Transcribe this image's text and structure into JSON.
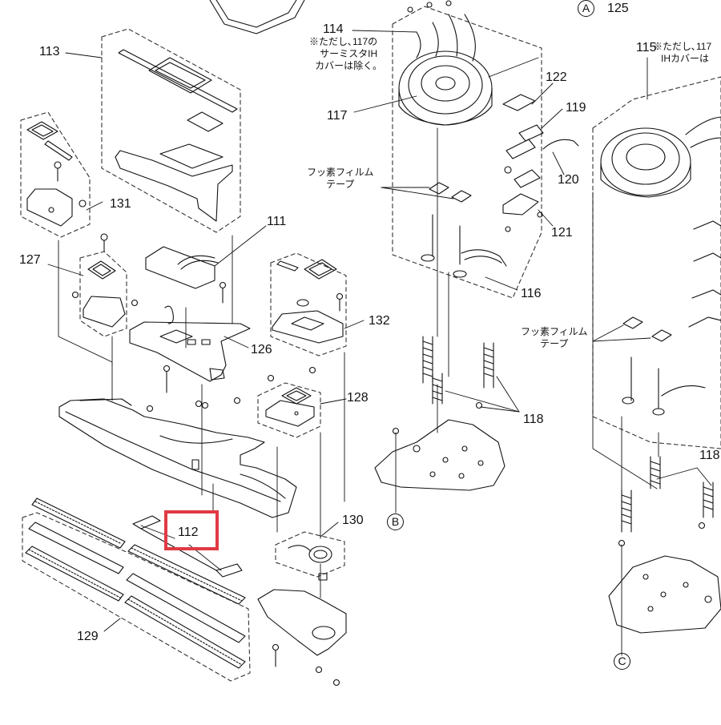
{
  "colors": {
    "line": "#111111",
    "dash": "#333333",
    "highlight": "#e03a44",
    "background": "#ffffff"
  },
  "labels": {
    "p111": "111",
    "p112": "112",
    "p113": "113",
    "p114": "114",
    "p115": "115",
    "p116": "116",
    "p117": "117",
    "p118a": "118",
    "p118b": "118",
    "p119": "119",
    "p120": "120",
    "p121": "121",
    "p122": "122",
    "p125": "125",
    "p126": "126",
    "p127": "127",
    "p128": "128",
    "p129": "129",
    "p130": "130",
    "p131": "131",
    "p132": "132"
  },
  "markers": {
    "a": "A",
    "b": "B",
    "c": "C"
  },
  "notes": {
    "n114": [
      "※ただし､117の",
      "サーミスタIH",
      "カバーは除く｡"
    ],
    "n115": "※ただし､117",
    "n115b": "IHカバーは",
    "film1": [
      "フッ素フィルム",
      "テープ"
    ],
    "film2": [
      "フッ素フィルム",
      "テープ"
    ]
  },
  "highlight": {
    "part": "112"
  }
}
